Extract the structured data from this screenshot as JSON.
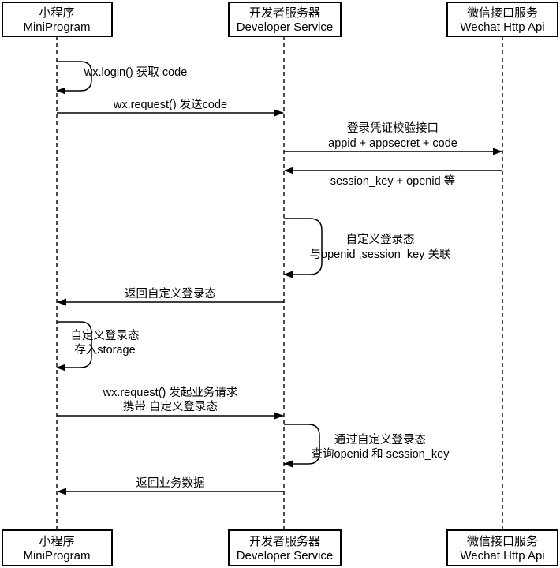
{
  "diagram": {
    "type": "sequence-diagram",
    "actors": [
      {
        "id": "miniprogram",
        "label_zh": "小程序",
        "label_en": "MiniProgram"
      },
      {
        "id": "developer-service",
        "label_zh": "开发者服务器",
        "label_en": "Developer Service"
      },
      {
        "id": "wechat-http-api",
        "label_zh": "微信接口服务",
        "label_en": "Wechat Http Api"
      }
    ],
    "messages": [
      {
        "kind": "self",
        "actor": "miniprogram",
        "lines": [
          "wx.login() 获取 code"
        ]
      },
      {
        "kind": "arrow",
        "from": "miniprogram",
        "to": "developer-service",
        "lines": [
          "wx.request() 发送code"
        ]
      },
      {
        "kind": "arrow",
        "from": "developer-service",
        "to": "wechat-http-api",
        "lines": [
          "登录凭证校验接口",
          "appid + appsecret + code"
        ]
      },
      {
        "kind": "arrow",
        "from": "wechat-http-api",
        "to": "developer-service",
        "lines": [
          "session_key + openid 等"
        ]
      },
      {
        "kind": "self",
        "actor": "developer-service",
        "lines": [
          "自定义登录态",
          "与openid ,session_key 关联"
        ]
      },
      {
        "kind": "arrow",
        "from": "developer-service",
        "to": "miniprogram",
        "lines": [
          "返回自定义登录态"
        ]
      },
      {
        "kind": "self",
        "actor": "miniprogram",
        "lines": [
          "自定义登录态",
          "存入storage"
        ]
      },
      {
        "kind": "arrow",
        "from": "miniprogram",
        "to": "developer-service",
        "lines": [
          "wx.request() 发起业务请求",
          "携带 自定义登录态"
        ]
      },
      {
        "kind": "self",
        "actor": "developer-service",
        "lines": [
          "通过自定义登录态",
          "查询openid 和 session_key"
        ]
      },
      {
        "kind": "arrow",
        "from": "developer-service",
        "to": "miniprogram",
        "lines": [
          "返回业务数据"
        ]
      }
    ],
    "colors": {
      "stroke": "#000000",
      "text": "#000000",
      "box_fill": "#ffffff",
      "background": "#ffffff"
    }
  }
}
